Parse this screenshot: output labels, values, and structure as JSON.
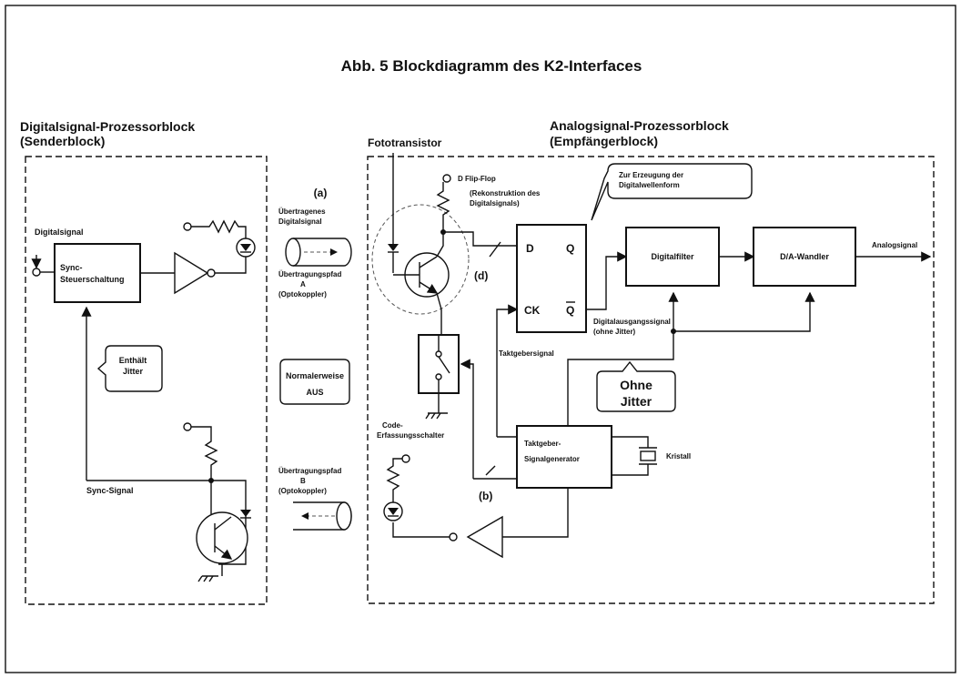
{
  "title": "Abb. 5 Blockdiagramm des K2-Interfaces",
  "left_block": {
    "heading_1": "Digitalsignal-Prozessorblock",
    "heading_2": "(Senderblock)",
    "input_label": "Digitalsignal",
    "sync_block_1": "Sync-",
    "sync_block_2": "Steuerschaltung",
    "jitter_note_1": "Enthält",
    "jitter_note_2": "Jitter",
    "sync_signal": "Sync-Signal"
  },
  "middle": {
    "marker_a": "(a)",
    "transmitted_1": "Übertragenes",
    "transmitted_2": "Digitalsignal",
    "path_a_1": "Übertragungspfad",
    "path_a_2": "A",
    "path_a_3": "(Optokoppler)",
    "normally_off_1": "Normalerweise",
    "normally_off_2": "AUS",
    "path_b_1": "Übertragungspfad",
    "path_b_2": "B",
    "path_b_3": "(Optokoppler)"
  },
  "right_block": {
    "heading_1": "Analogsignal-Prozessorblock",
    "heading_2": "(Empfängerblock)",
    "phototransistor": "Fototransistor",
    "flipflop_label": "D Flip-Flop",
    "reconstruction_1": "(Rekonstruktion des",
    "reconstruction_2": "Digitalsignals)",
    "waveform_note_1": "Zur Erzeugung der",
    "waveform_note_2": "Digitalwellenform",
    "ff_d": "D",
    "ff_q": "Q",
    "ff_ck": "CK",
    "ff_qbar": "Q",
    "marker_d": "(d)",
    "digital_filter": "Digitalfilter",
    "da_converter": "D/A-Wandler",
    "analog_out": "Analogsignal",
    "digital_out_1": "Digitalausgangssignal",
    "digital_out_2": "(ohne Jitter)",
    "clock_signal": "Taktgebersignal",
    "no_jitter_1": "Ohne",
    "no_jitter_2": "Jitter",
    "code_switch_1": "Code-",
    "code_switch_2": "Erfassungsschalter",
    "clock_gen_1": "Taktgeber-",
    "clock_gen_2": "Signalgenerator",
    "crystal": "Kristall",
    "marker_b": "(b)"
  }
}
